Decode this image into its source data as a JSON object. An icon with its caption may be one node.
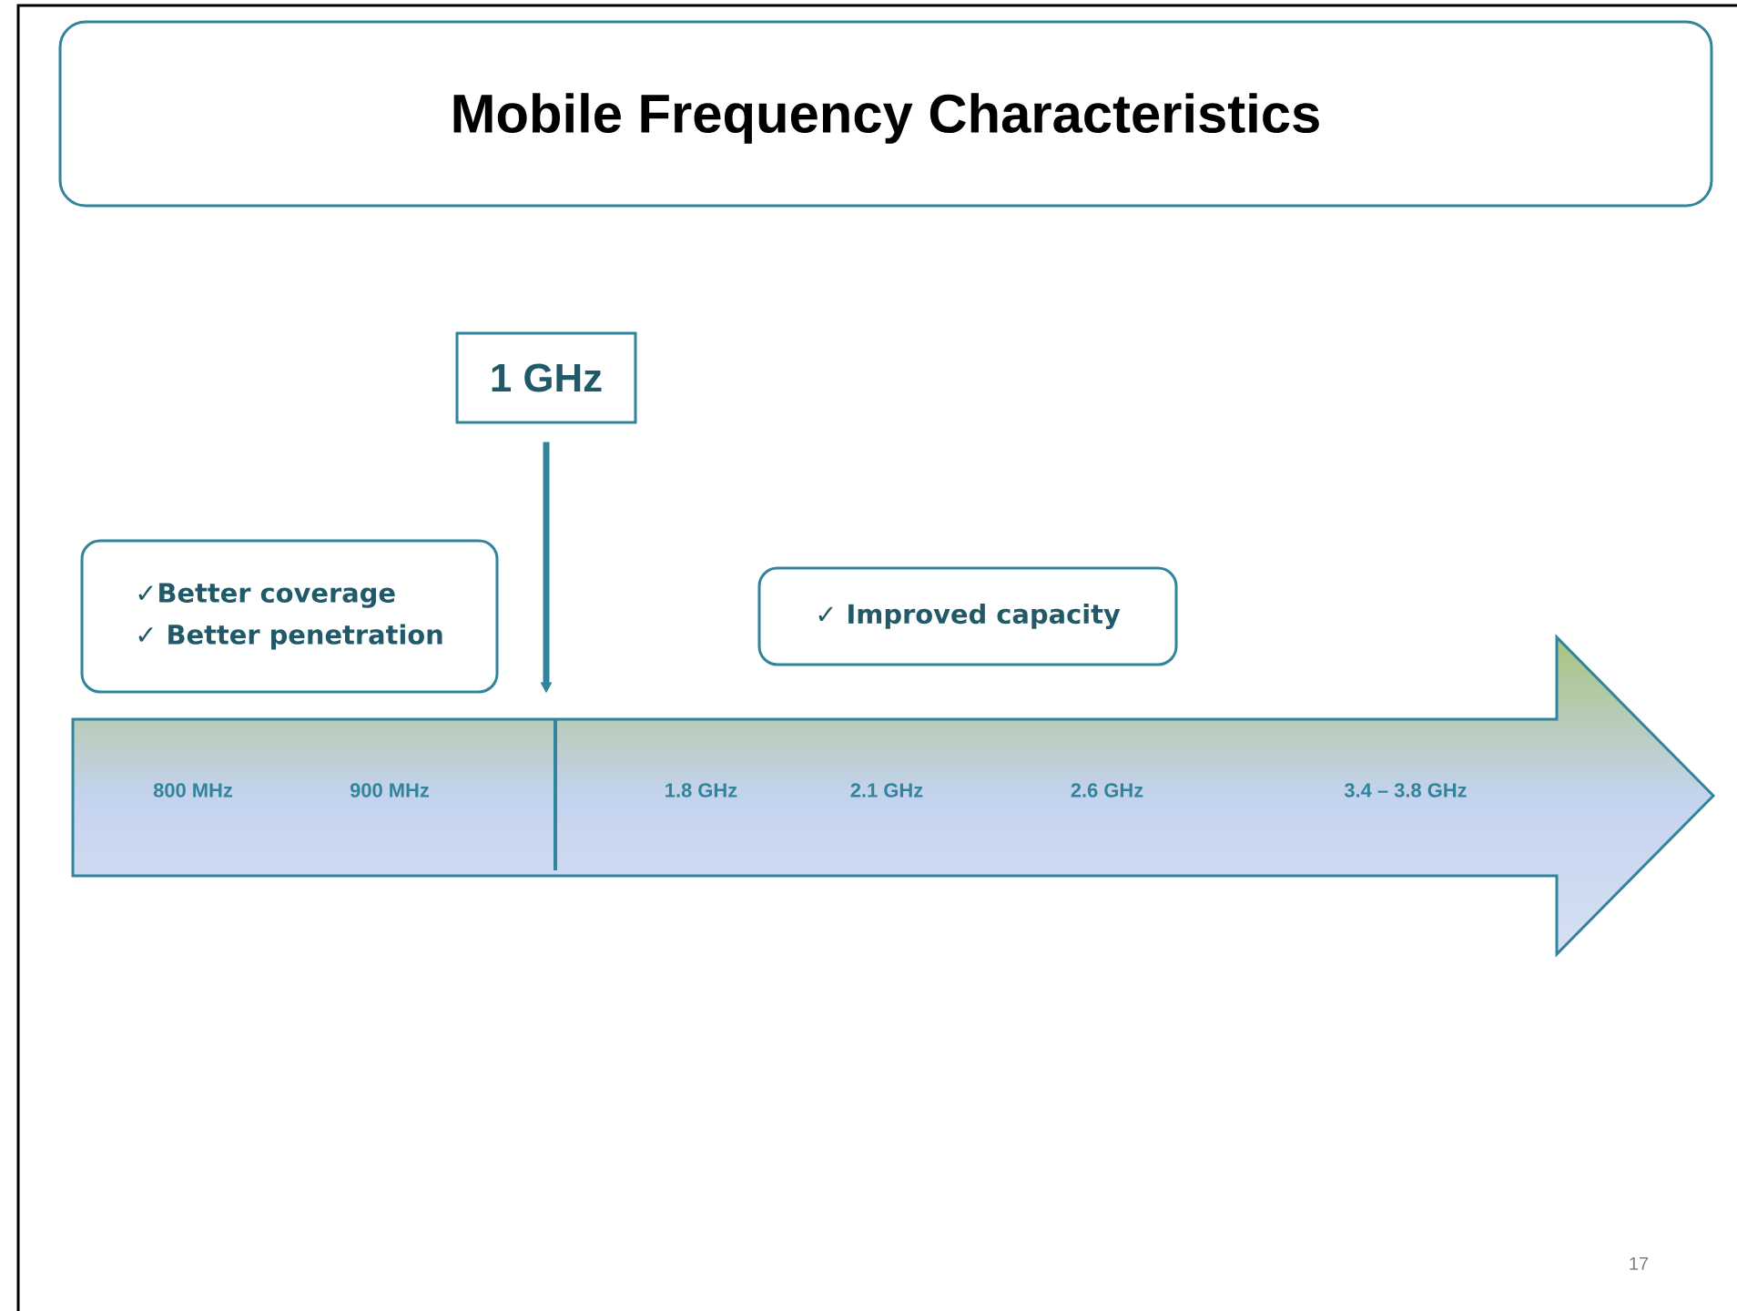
{
  "diagram": {
    "title": "Mobile Frequency Characteristics",
    "nodes": [
      {
        "text": [
          "1 GHz"
        ]
      },
      {
        "text": [
          "✓Better coverage",
          "✓ Better penetration"
        ]
      },
      {
        "text": [
          "✓ Improved capacity"
        ]
      },
      {
        "text": [
          "800 MHz",
          "900 MHz",
          "1.8 GHz",
          "2.1 GHz",
          "2.6 GHz",
          "3.4 – 3.8 GHz"
        ]
      }
    ],
    "edges": [
      {
        "from": 0,
        "to": 3,
        "arrow": "to"
      }
    ],
    "labels": [
      "17"
    ]
  }
}
